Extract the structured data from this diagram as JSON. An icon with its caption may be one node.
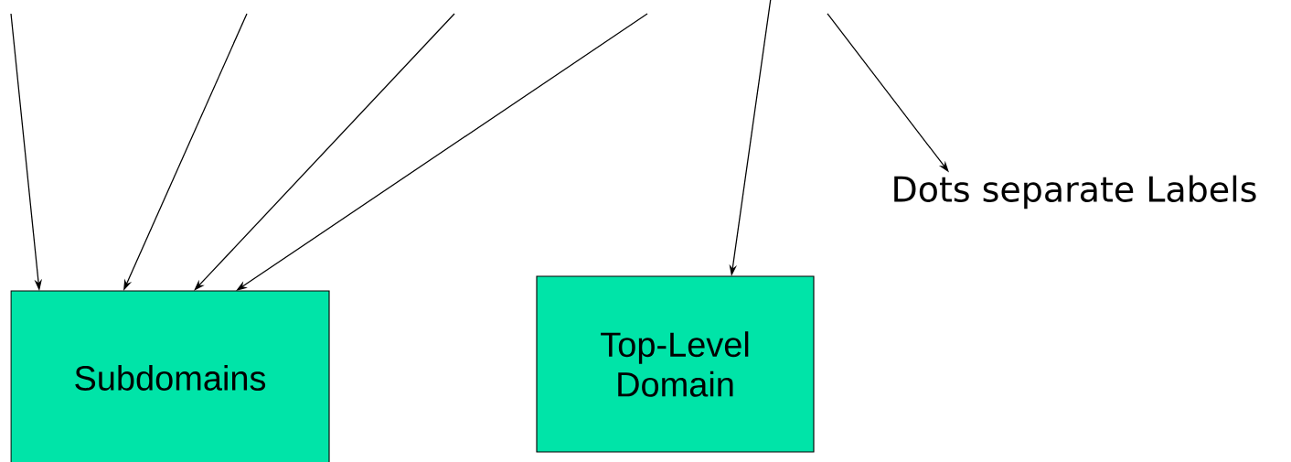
{
  "diagram": {
    "nodes": [
      {
        "text": [
          "Subdomains"
        ]
      },
      {
        "text": [
          "Top-Level Domain"
        ]
      },
      {
        "text": [
          "Dots separate Labels"
        ]
      }
    ],
    "edges": [
      {
        "from": null,
        "to": 0,
        "arrow": "to"
      },
      {
        "from": null,
        "to": 0,
        "arrow": "to"
      },
      {
        "from": null,
        "to": 0,
        "arrow": "to"
      },
      {
        "from": null,
        "to": 0,
        "arrow": "to"
      },
      {
        "from": null,
        "to": 1,
        "arrow": "to"
      },
      {
        "from": null,
        "to": 2,
        "arrow": "to"
      }
    ]
  }
}
